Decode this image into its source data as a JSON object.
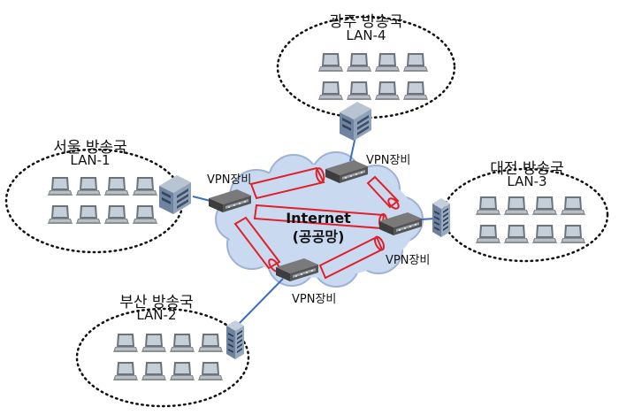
{
  "sites": {
    "seoul": {
      "name": "서울 방송국",
      "lan": "LAN-1"
    },
    "busan": {
      "name": "부산 방송국",
      "lan": "LAN-2"
    },
    "daejeon": {
      "name": "대전 방송국",
      "lan": "LAN-3"
    },
    "gwangju": {
      "name": "광주 방송국",
      "lan": "LAN-4"
    }
  },
  "vpn_label": "VPN장비",
  "internet": {
    "line1": "Internet",
    "line2": "(공공망)"
  },
  "colors": {
    "link": "#3a6fc4",
    "tunnel": "#e0202a",
    "cloud_fill": "#c9d9f0",
    "cloud_stroke": "#9db2d6",
    "laptop_screen": "#c5cfd9",
    "device_body": "#555555"
  }
}
